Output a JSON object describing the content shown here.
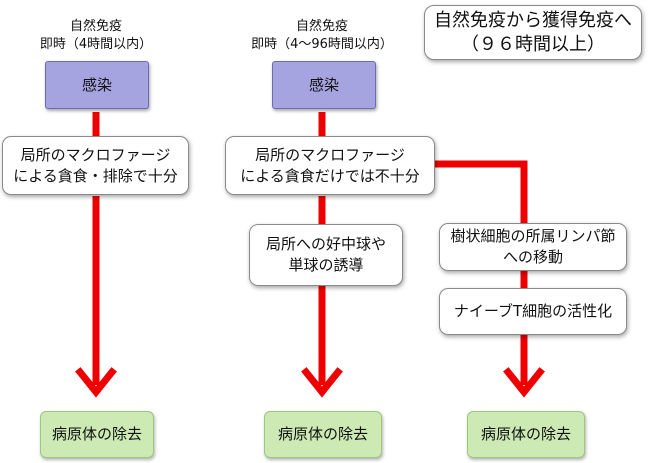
{
  "title": "自然免疫から獲得免疫へ\n（９６時間以上）",
  "columns": [
    {
      "header_line1": "自然免疫",
      "header_line2": "即時（4時間以内）",
      "trigger": "感染",
      "step1": "局所のマクロファージ\nによる貪食・排除で十分",
      "result": "病原体の除去"
    },
    {
      "header_line1": "自然免疫",
      "header_line2": "即時（4〜96時間以内）",
      "trigger": "感染",
      "step1": "局所のマクロファージ\nによる貪食だけでは不十分",
      "step2": "局所への好中球や\n単球の誘導",
      "result": "病原体の除去"
    },
    {
      "step2": "樹状細胞の所属リンパ節\nへの移動",
      "step3": "ナイーブT細胞の活性化",
      "result": "病原体の除去"
    }
  ],
  "colors": {
    "arrow": "#ee0000",
    "trigger_fill": "#a6a4e0",
    "result_fill": "#cde9b4",
    "step_fill": "#ffffff"
  }
}
